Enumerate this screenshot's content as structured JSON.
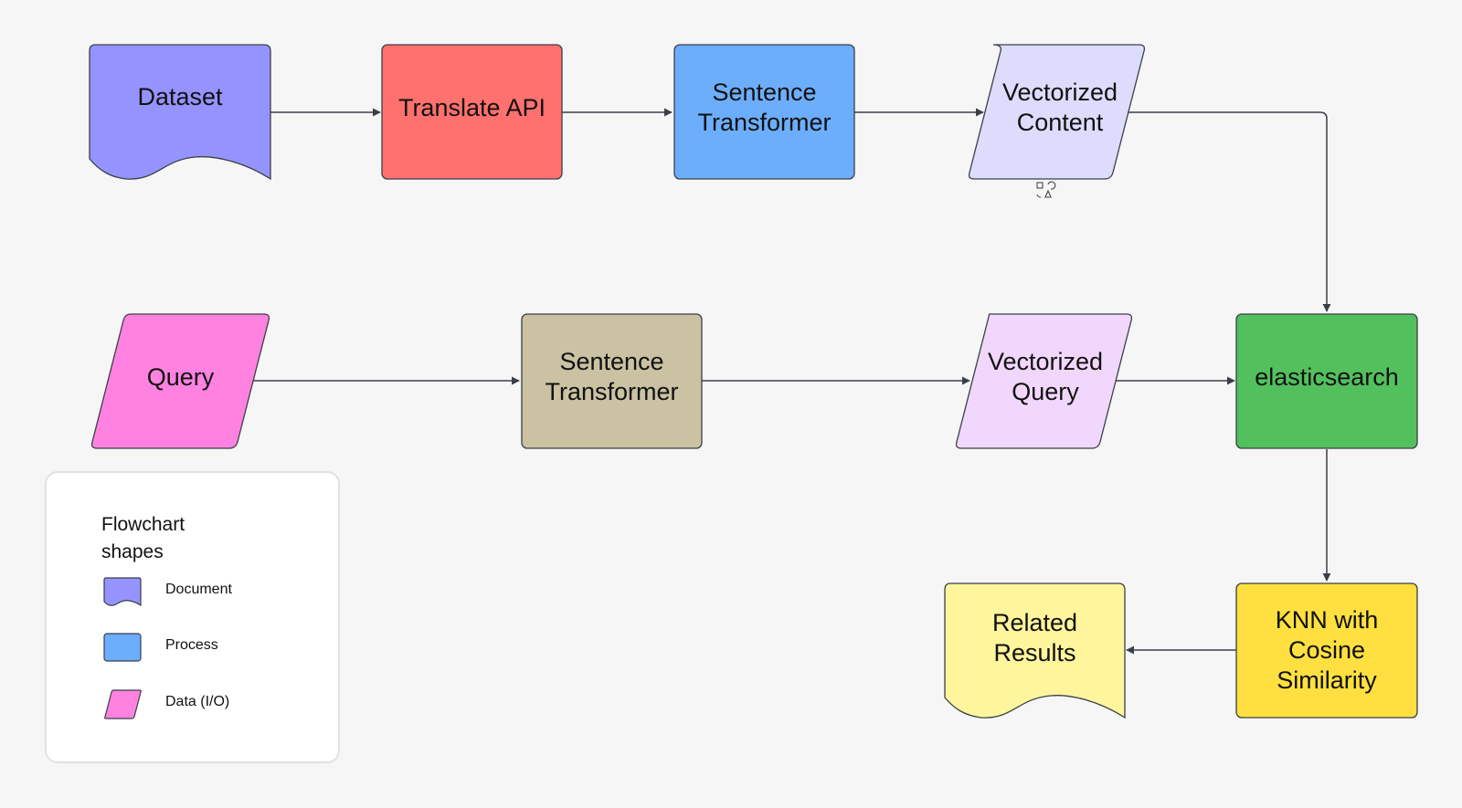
{
  "colors": {
    "document": "#9594ff",
    "translate": "#ff716e",
    "process": "#6caefc",
    "vectorized_content": "#dddcfd",
    "query": "#ff82e1",
    "sentence_transformer_2": "#cbc2a3",
    "vectorized_query": "#f2d7fd",
    "elasticsearch": "#53c05e",
    "knn": "#ffe040",
    "related_results": "#fff59c",
    "stroke": "#3a3f47",
    "connector": "#3a3f47"
  },
  "nodes": {
    "dataset": "Dataset",
    "translate_api": "Translate API",
    "sentence_transformer_1": "Sentence\nTransformer",
    "vectorized_content": "Vectorized\nContent",
    "query": "Query",
    "sentence_transformer_2": "Sentence\nTransformer",
    "vectorized_query": "Vectorized\nQuery",
    "elasticsearch": "elasticsearch",
    "knn": "KNN with\nCosine\nSimilarity",
    "related_results": "Related\nResults"
  },
  "legend": {
    "title": "Flowchart\nshapes",
    "items": [
      {
        "label": "Document",
        "shape": "document",
        "color": "#9594ff"
      },
      {
        "label": "Process",
        "shape": "process",
        "color": "#6caefc"
      },
      {
        "label": "Data (I/O)",
        "shape": "data-io",
        "color": "#ff82e1"
      }
    ]
  }
}
